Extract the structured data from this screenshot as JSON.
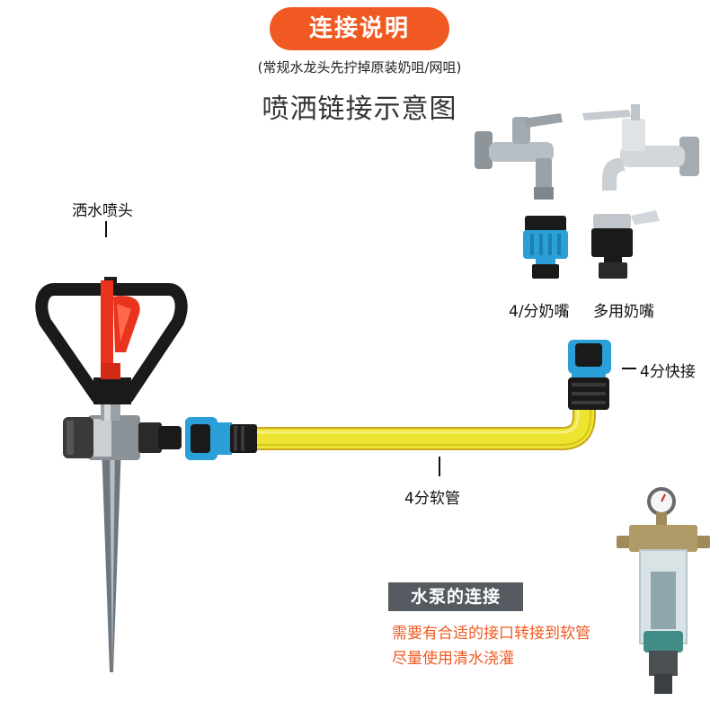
{
  "header": {
    "title": "连接说明",
    "subtitle": "(常规水龙头先拧掉原装奶咀/网咀)",
    "heading": "喷洒链接示意图"
  },
  "labels": {
    "sprinkler": "洒水喷头",
    "nipple_4": "4/分奶嘴",
    "nipple_multi": "多用奶嘴",
    "quick_connector": "4分快接",
    "hose": "4分软管"
  },
  "pump": {
    "title": "水泵的连接",
    "line1": "需要有合适的接口转接到软管",
    "line2": "尽量使用清水浇灌"
  },
  "colors": {
    "accent": "#f05a22",
    "connector_blue": "#2a9fd8",
    "hose_yellow": "#e8e02a",
    "frame_black": "#1a1a1a"
  }
}
